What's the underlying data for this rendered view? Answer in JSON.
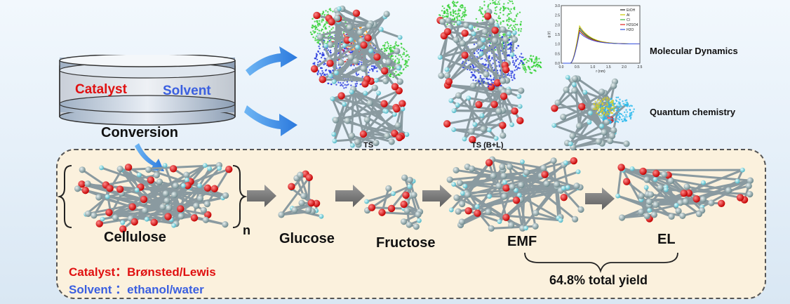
{
  "reactor": {
    "catalyst": "Catalyst",
    "solvent": "Solvent",
    "caption": "Conversion"
  },
  "top": {
    "ts1": "TS",
    "ts2": "TS (B+L)",
    "md_label": "Molecular Dynamics",
    "qc_label": "Quantum chemistry",
    "rdf": {
      "ylabel": "g (r)",
      "xlabel": "r (nm)",
      "yticks": [
        "0.0",
        "0.5",
        "1.0",
        "1.5",
        "2.0",
        "2.5",
        "3.0"
      ],
      "xticks": [
        "0.0",
        "0.5",
        "1.0",
        "1.5",
        "2.0",
        "2.5"
      ],
      "legend": [
        "EtOH",
        "Al",
        "Cl",
        "H2SO4",
        "H2O"
      ],
      "colors": [
        "#222222",
        "#c8c800",
        "#3cb43c",
        "#e02020",
        "#3050e0"
      ],
      "peaks": [
        1.85,
        1.95,
        1.75,
        1.7,
        1.6
      ]
    }
  },
  "pathway": {
    "cellulose": "Cellulose",
    "n": "n",
    "glucose": "Glucose",
    "fructose": "Fructose",
    "emf": "EMF",
    "el": "EL",
    "yield": "64.8% total yield"
  },
  "legend": {
    "catalyst_key": "Catalyst：",
    "catalyst_val": "Brønsted/Lewis",
    "solvent_key": "Solvent ：",
    "solvent_val": "ethanol/water"
  },
  "colors": {
    "red": "#e01010",
    "blue": "#3a5fe0",
    "arrow_blue": "#3a8ee8",
    "arrow_gray": "#7a7a7a"
  }
}
